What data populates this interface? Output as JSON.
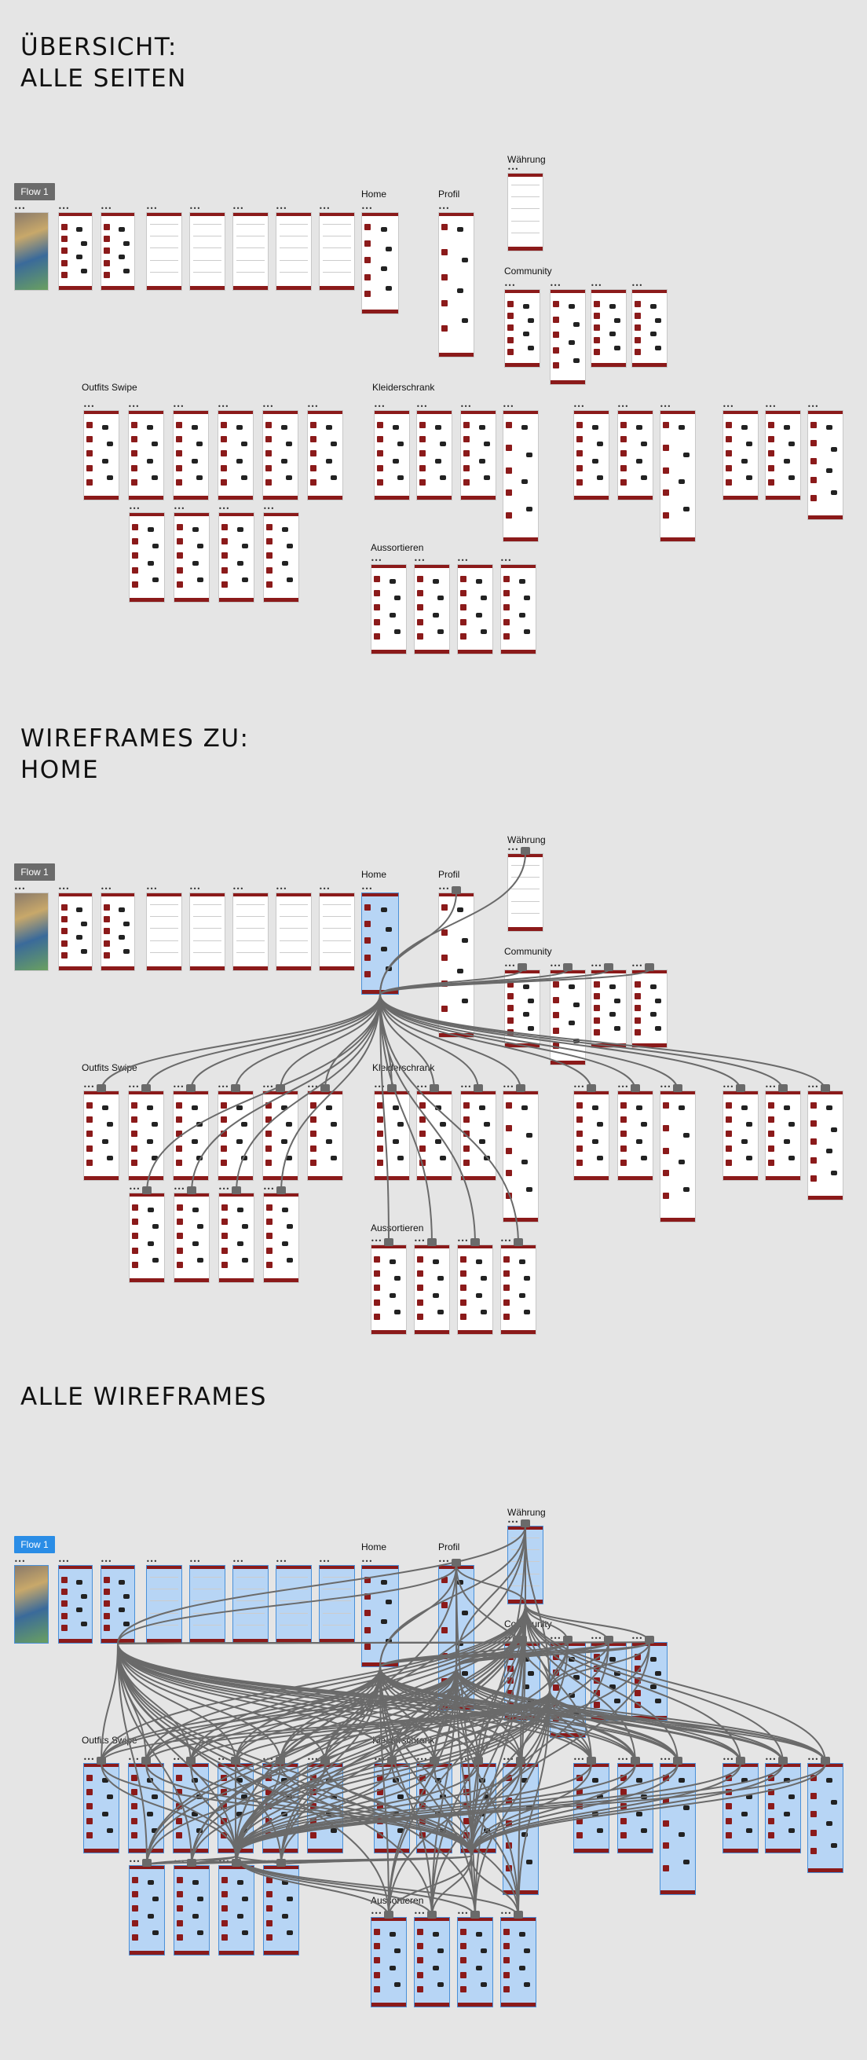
{
  "sections": [
    {
      "title_line1": "ÜBERSICHT:",
      "title_line2": "ALLE SEITEN"
    },
    {
      "title_line1": "WIREFRAMES ZU:",
      "title_line2": "HOME"
    },
    {
      "title_line1": "ALLE WIREFRAMES",
      "title_line2": ""
    }
  ],
  "flow_label": "Flow 1",
  "groups": {
    "home": "Home",
    "profil": "Profil",
    "waehrung": "Währung",
    "community": "Community",
    "outfits": "Outfits Swipe",
    "kleiderschrank": "Kleiderschrank",
    "aussortieren": "Aussortieren"
  },
  "colors": {
    "background": "#e5e5e5",
    "accent": "#8b1a1a",
    "selection": "#b7d5f5",
    "flow_badge_active": "#2a8de6",
    "connector": "#6a6a6a"
  }
}
